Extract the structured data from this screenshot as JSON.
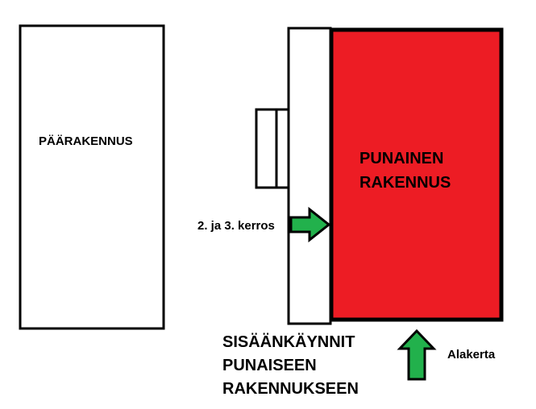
{
  "labels": {
    "main_building": "PÄÄRAKENNUS",
    "red_building_line1": "PUNAINEN",
    "red_building_line2": "RAKENNUS",
    "upper_floors": "2. ja 3. kerros",
    "entrances_line1": "SISÄÄNKÄYNNIT",
    "entrances_line2": "PUNAISEEN",
    "entrances_line3": "RAKENNUKSEEN",
    "ground_floor": "Alakerta"
  },
  "colors": {
    "red_building_fill": "#ed1c24",
    "arrow_fill": "#22b14c",
    "outline": "#000000",
    "background": "#ffffff"
  }
}
